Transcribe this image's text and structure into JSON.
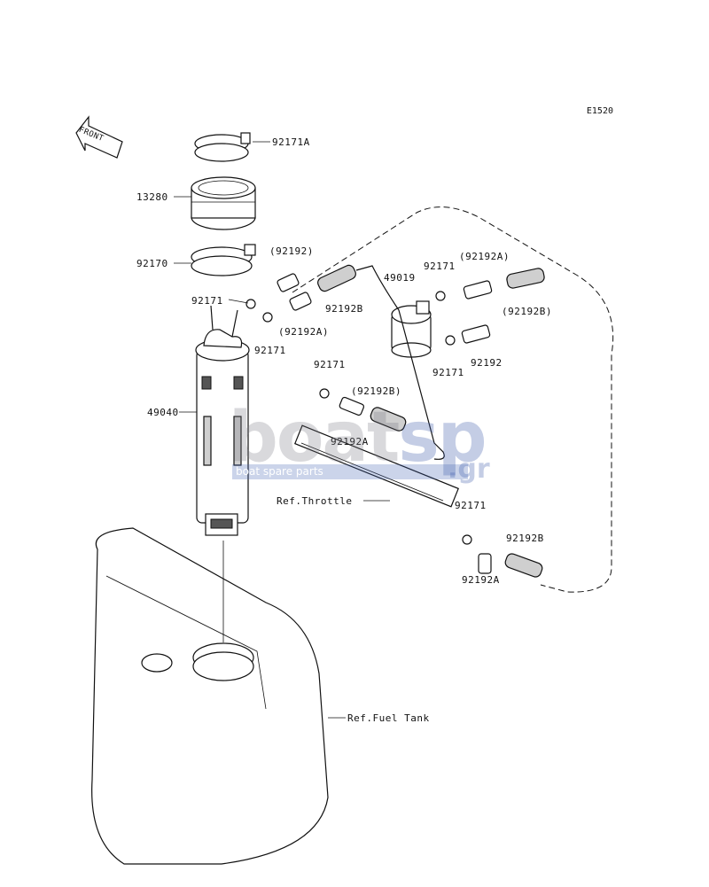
{
  "diagram": {
    "code": "E1520",
    "front_label": "FRONT",
    "labels": {
      "p92171A": "92171A",
      "p13280": "13280",
      "p92170": "92170",
      "p92192_paren": "(92192)",
      "p92171_a": "92171",
      "p92192B_a": "92192B",
      "p92192A_paren_a": "(92192A)",
      "p92171_b": "92171",
      "p49040": "49040",
      "p49019": "49019",
      "p92171_c": "92171",
      "p92192A_paren_b": "(92192A)",
      "p92192B_paren_a": "(92192B)",
      "p92171_d": "92171",
      "p92192": "92192",
      "p92171_e": "92171",
      "p92192B_paren_b": "(92192B)",
      "p92192A_a": "92192A",
      "ref_throttle": "Ref.Throttle",
      "p92171_f": "92171",
      "p92192B_b": "92192B",
      "p92192A_b": "92192A",
      "ref_fuel_tank": "Ref.Fuel Tank"
    }
  },
  "watermark": {
    "brand_a": "boat",
    "brand_b": "sp",
    "tld": ".gr",
    "tagline": "boat spare parts"
  }
}
